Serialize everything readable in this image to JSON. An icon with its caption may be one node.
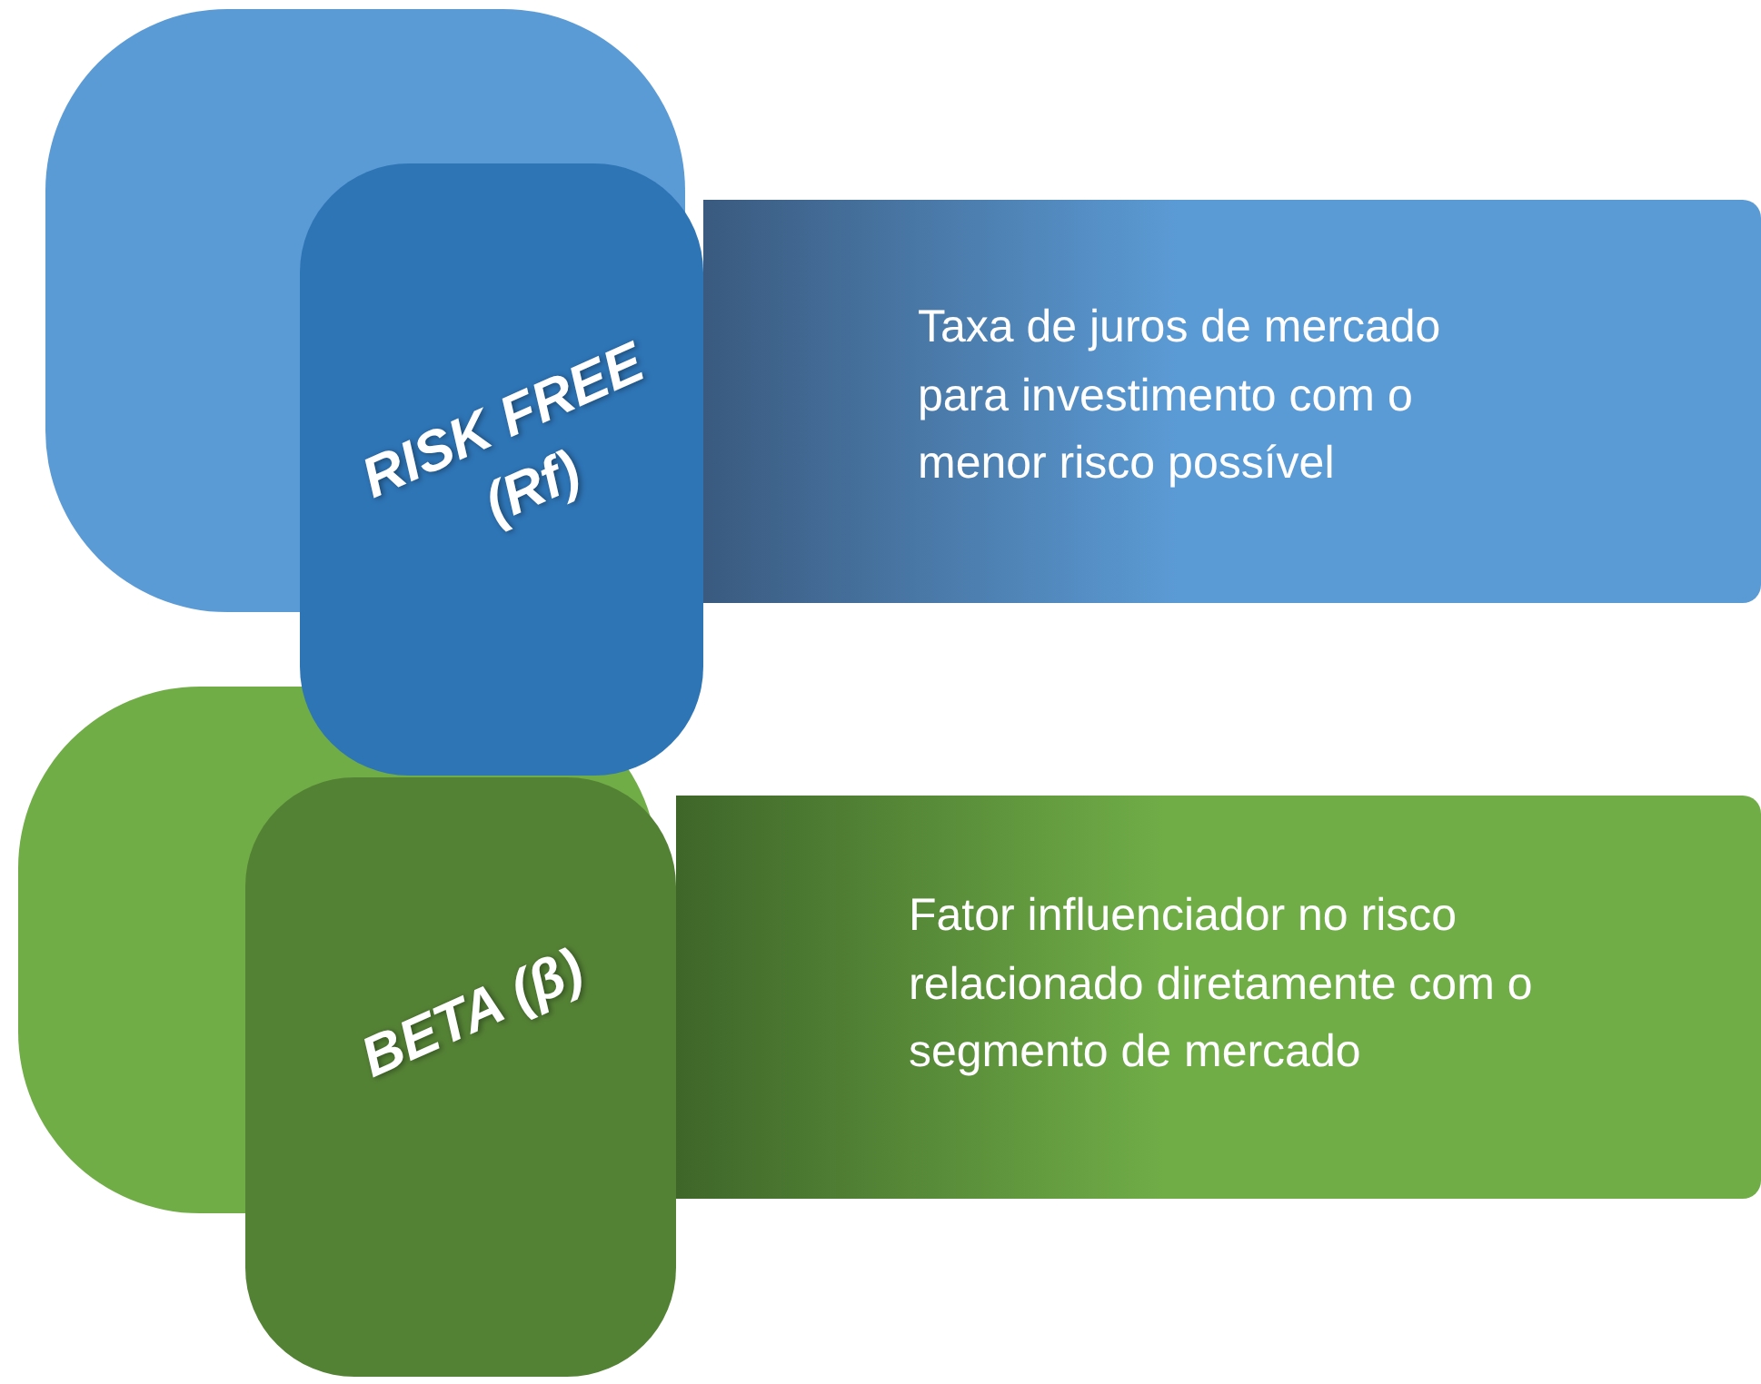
{
  "diagram": {
    "nodes": [
      {
        "text": [
          "RISK FREE (Rf)"
        ]
      },
      {
        "text": [
          "Taxa de juros de mercado para investimento com o menor risco possível"
        ]
      },
      {
        "text": [
          "BETA (β)"
        ]
      },
      {
        "text": [
          "Fator influenciador no risco relacionado diretamente com o segmento de mercado"
        ]
      }
    ]
  }
}
